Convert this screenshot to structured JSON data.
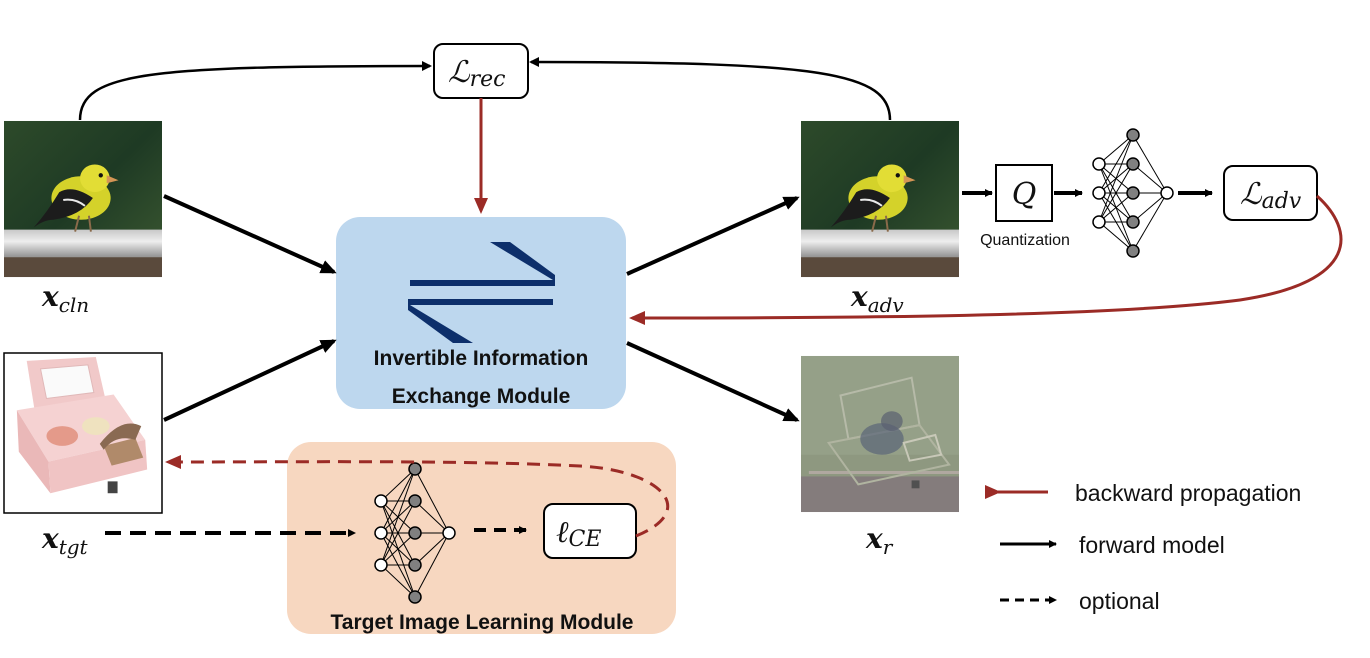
{
  "colors": {
    "forward": "#000000",
    "backward": "#9b2b26",
    "exchange_module_fill": "#bdd7ee",
    "exchange_symbol": "#0d2f6b",
    "target_module_fill": "#f7d7c0",
    "node_hidden": "#808080"
  },
  "labels": {
    "x_cln": {
      "base": "x",
      "sub": "cln"
    },
    "x_tgt": {
      "base": "x",
      "sub": "tgt"
    },
    "x_adv": {
      "base": "x",
      "sub": "adv"
    },
    "x_r": {
      "base": "x",
      "sub": "r"
    }
  },
  "losses": {
    "rec": {
      "base": "ℒ",
      "sub": "rec"
    },
    "adv": {
      "base": "ℒ",
      "sub": "adv"
    },
    "ce": {
      "base": "ℓ",
      "sub": "CE"
    }
  },
  "quantization": {
    "symbol": "Q",
    "label": "Quantization"
  },
  "modules": {
    "exchange": {
      "line1": "Invertible Information",
      "line2": "Exchange Module",
      "icon": "exchange-arrows-icon"
    },
    "target": {
      "label": "Target Image Learning Module"
    }
  },
  "legend": {
    "backward": "backward propagation",
    "forward": "forward model",
    "optional": "optional"
  },
  "images": {
    "clean": "bird-photo",
    "adversarial": "bird-photo",
    "target": "makeup-box-photo",
    "residual": "residual-image"
  }
}
